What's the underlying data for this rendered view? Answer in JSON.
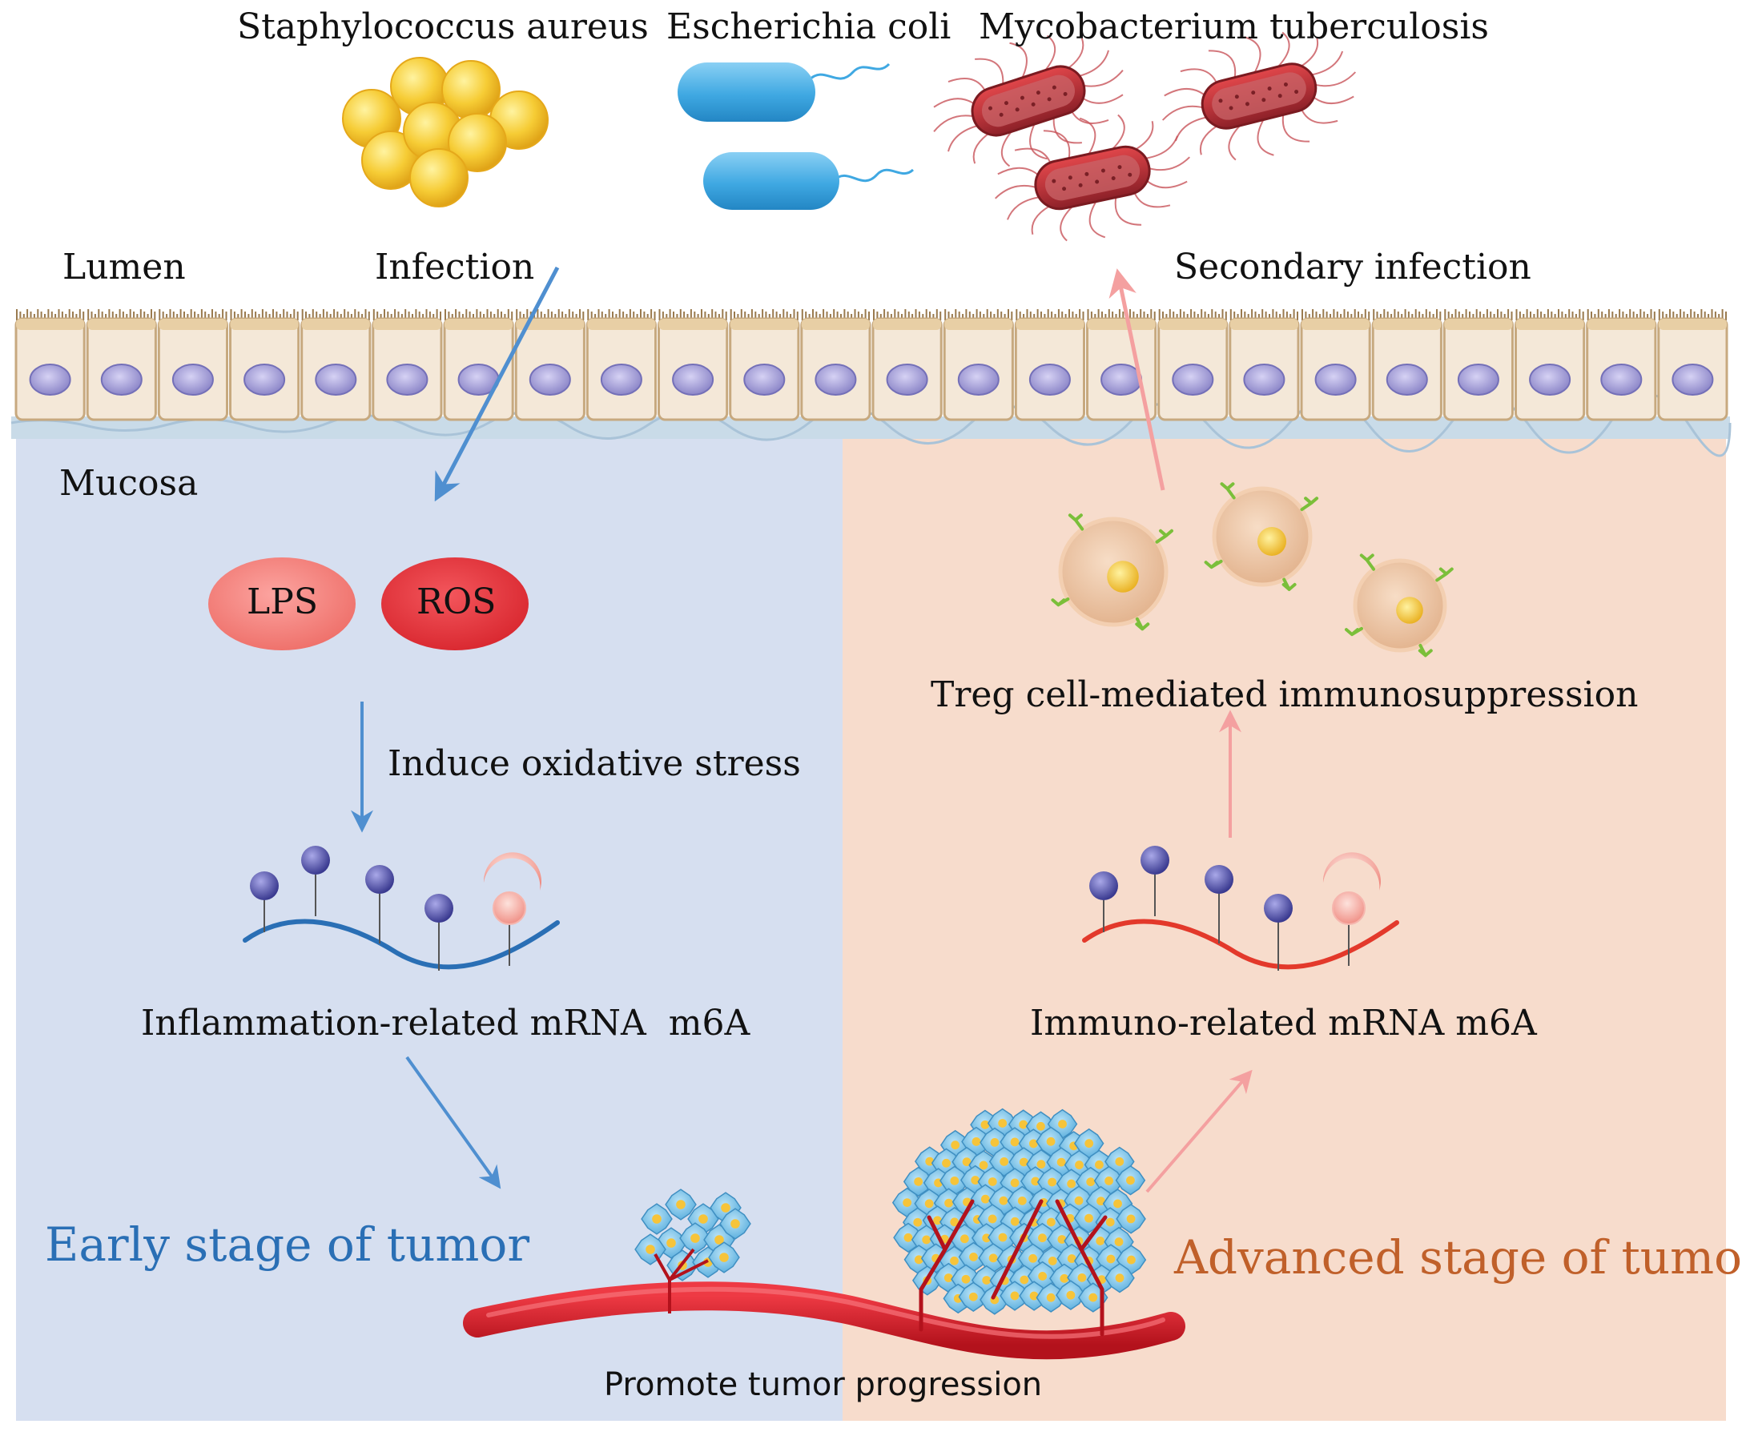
{
  "bacteria": {
    "staph": "Staphylococcus aureus",
    "ecoli": "Escherichia coli",
    "mtb": "Mycobacterium tuberculosis"
  },
  "regions": {
    "lumen": "Lumen",
    "mucosa": "Mucosa"
  },
  "arrows": {
    "infection": "Infection",
    "secondary": "Secondary infection",
    "oxidative": "Induce oxidative stress"
  },
  "molecules": {
    "lps": "LPS",
    "ros": "ROS"
  },
  "mrna": {
    "inflammation": "Inflammation-related mRNA  m6A",
    "immuno": "Immuno-related mRNA m6A"
  },
  "treg": "Treg cell-mediated immunosuppression",
  "stages": {
    "early": "Early stage of tumor",
    "advanced": "Advanced stage of tumor"
  },
  "progression": "Promote tumor progression",
  "colors": {
    "left_panel": "#d6dff0",
    "right_panel": "#f7dccc",
    "blue_arrow": "#4f8fd0",
    "pink_arrow": "#f4a0a0",
    "early_text": "#2a6fb5",
    "advanced_text": "#c0602a"
  }
}
